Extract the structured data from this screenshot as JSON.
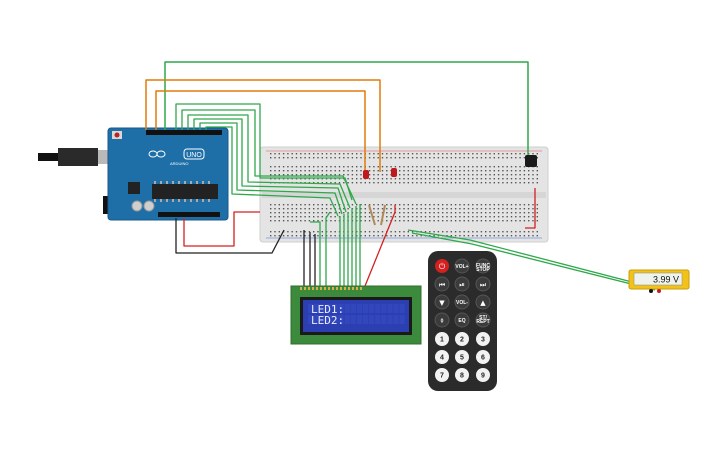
{
  "arduino": {
    "brand": "ARDUINO",
    "model": "UNO"
  },
  "lcd": {
    "line1": "LED1:",
    "line2": "LED2:"
  },
  "remote": {
    "top_buttons": [
      "power",
      "VOL+",
      "FUNC/STOP"
    ],
    "row2": [
      "prev",
      "play-pause",
      "next"
    ],
    "row3": [
      "down",
      "VOL-",
      "up"
    ],
    "row4": [
      "0",
      "EQ",
      "ST/REPT"
    ],
    "numbers": [
      "1",
      "2",
      "3",
      "4",
      "5",
      "6",
      "7",
      "8",
      "9"
    ]
  },
  "multimeter": {
    "reading": "3.99 V"
  },
  "colors": {
    "arduino_blue": "#1e6fa8",
    "breadboard": "#e4e4e4",
    "wire_green": "#2fa84a",
    "wire_orange": "#e07b0c",
    "wire_red": "#d42020",
    "wire_black": "#222222",
    "lcd_green": "#3c8a3c",
    "lcd_blue": "#2b3fb0",
    "remote_body": "#2b2b2b",
    "meter_yellow": "#f2c21a"
  }
}
